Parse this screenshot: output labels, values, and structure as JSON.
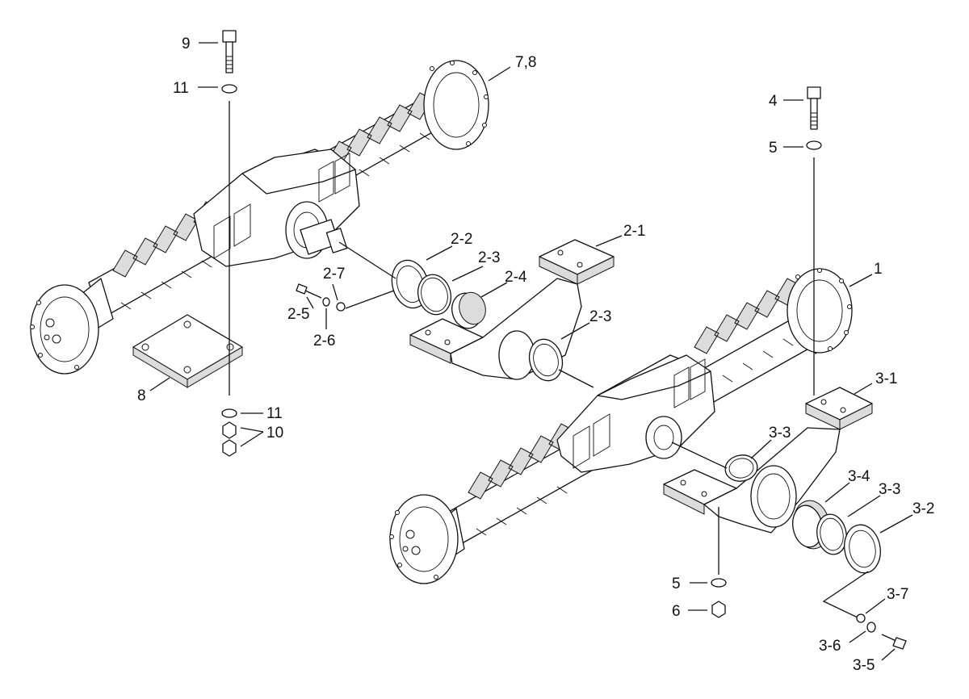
{
  "diagram": {
    "labels": [
      {
        "id": "9",
        "text": "9"
      },
      {
        "id": "11a",
        "text": "11"
      },
      {
        "id": "78",
        "text": "7,8"
      },
      {
        "id": "4",
        "text": "4"
      },
      {
        "id": "5a",
        "text": "5"
      },
      {
        "id": "2-2",
        "text": "2-2"
      },
      {
        "id": "2-1",
        "text": "2-1"
      },
      {
        "id": "2-3a",
        "text": "2-3"
      },
      {
        "id": "2-7",
        "text": "2-7"
      },
      {
        "id": "2-4",
        "text": "2-4"
      },
      {
        "id": "1",
        "text": "1"
      },
      {
        "id": "2-5",
        "text": "2-5"
      },
      {
        "id": "2-6",
        "text": "2-6"
      },
      {
        "id": "2-3b",
        "text": "2-3"
      },
      {
        "id": "8",
        "text": "8"
      },
      {
        "id": "11b",
        "text": "11"
      },
      {
        "id": "10",
        "text": "10"
      },
      {
        "id": "3-1",
        "text": "3-1"
      },
      {
        "id": "3-3a",
        "text": "3-3"
      },
      {
        "id": "3-4",
        "text": "3-4"
      },
      {
        "id": "3-3b",
        "text": "3-3"
      },
      {
        "id": "3-2",
        "text": "3-2"
      },
      {
        "id": "5b",
        "text": "5"
      },
      {
        "id": "6",
        "text": "6"
      },
      {
        "id": "3-7",
        "text": "3-7"
      },
      {
        "id": "3-6",
        "text": "3-6"
      },
      {
        "id": "3-5",
        "text": "3-5"
      }
    ]
  }
}
